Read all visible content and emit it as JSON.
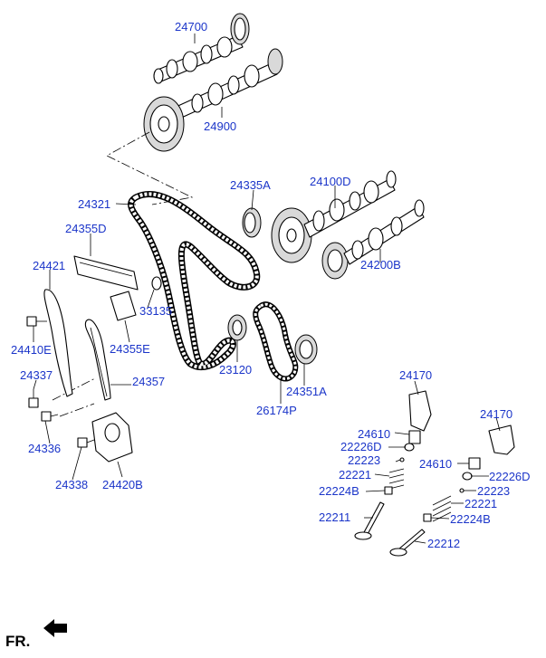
{
  "diagram": {
    "labels": {
      "p24700": "24700",
      "p24900": "24900",
      "p24321": "24321",
      "p24335A": "24335A",
      "p24100D": "24100D",
      "p24355D": "24355D",
      "p24200B": "24200B",
      "p24421": "24421",
      "p33135": "33135",
      "p24410E": "24410E",
      "p24355E": "24355E",
      "p23120": "23120",
      "p24337": "24337",
      "p24357": "24357",
      "p24351A": "24351A",
      "p26174P": "26174P",
      "p24336": "24336",
      "p24338": "24338",
      "p24420B": "24420B",
      "p24170a": "24170",
      "p24170b": "24170",
      "p24610a": "24610",
      "p22226Da": "22226D",
      "p22223a": "22223",
      "p22221a": "22221",
      "p22224Ba": "22224B",
      "p22211": "22211",
      "p24610b": "24610",
      "p22226Db": "22226D",
      "p22223b": "22223",
      "p22221b": "22221",
      "p22224Bb": "22224B",
      "p22212": "22212"
    },
    "front_marker": "FR.",
    "label_color": "#1b35c9"
  }
}
